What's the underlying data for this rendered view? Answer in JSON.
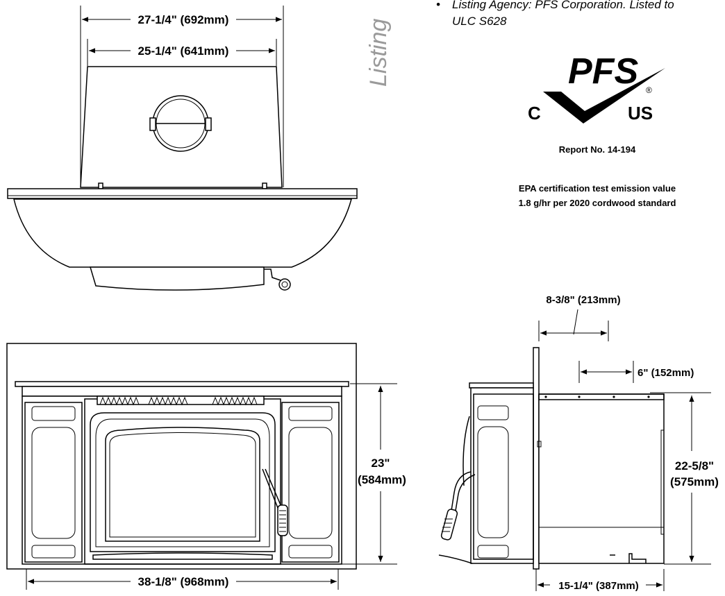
{
  "listing": {
    "heading": "Listing",
    "agency_line1": "Listing Agency: PFS Corporation. Listed to",
    "agency_line2": "ULC S628",
    "logo": {
      "brand": "PFS",
      "left_letter": "C",
      "right_letter": "US",
      "registered_mark": "®"
    },
    "report": "Report No.  14-194",
    "epa_line1": "EPA certification test emission value",
    "epa_line2": "1.8 g/hr per 2020 cordwood standard"
  },
  "dimensions": {
    "top_outer_width": "27-1/4\" (692mm)",
    "top_inner_width": "25-1/4\" (641mm)",
    "front_height_1": "23\"",
    "front_height_2": "(584mm)",
    "front_width": "38-1/8\" (968mm)",
    "side_offset": "8-3/8\" (213mm)",
    "side_flue": "6\" (152mm)",
    "side_height_1": "22-5/8\"",
    "side_height_2": "(575mm)",
    "side_depth": "15-1/4\" (387mm)"
  }
}
